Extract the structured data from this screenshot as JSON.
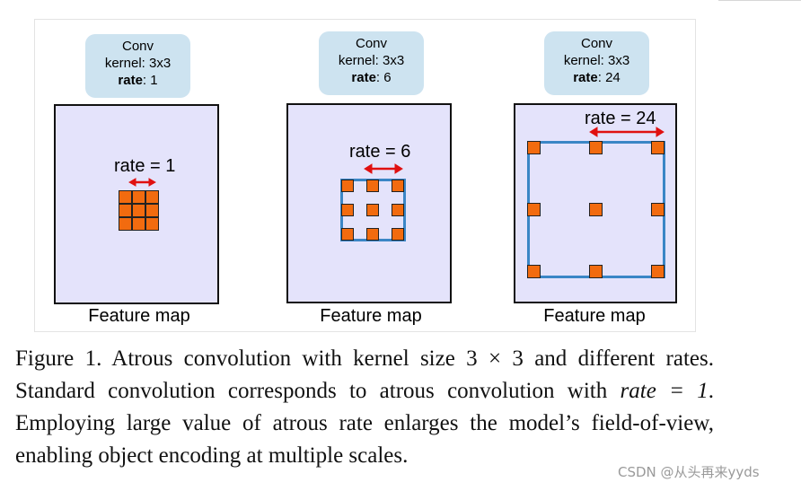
{
  "panels": [
    {
      "conv_line1": "Conv",
      "kernel": "kernel: 3x3",
      "rate_key": "rate",
      "rate_val": ": 1",
      "rate_label": "rate = 1",
      "feature_label": "Feature map"
    },
    {
      "conv_line1": "Conv",
      "kernel": "kernel: 3x3",
      "rate_key": "rate",
      "rate_val": ": 6",
      "rate_label": "rate = 6",
      "feature_label": "Feature map"
    },
    {
      "conv_line1": "Conv",
      "kernel": "kernel: 3x3",
      "rate_key": "rate",
      "rate_val": ": 24",
      "rate_label": "rate = 24",
      "feature_label": "Feature map"
    }
  ],
  "caption": {
    "part1": "Figure 1. Atrous convolution with kernel size ",
    "math_size": "3 × 3",
    "part2": " and different rates. Standard convolution corresponds to atrous convolution with ",
    "math_rate": "rate = 1",
    "part3": ". Employing large value of atrous rate enlarges the model’s field-of-view, enabling object encoding at multiple scales."
  },
  "watermark": "CSDN @从头再来yyds",
  "colors": {
    "kernel_cell": "#f26b0f",
    "field_outline": "#3a86c6",
    "feature_map_fill": "#e4e3fb",
    "conv_box_fill": "#cde3f0",
    "arrow": "#e01010"
  }
}
